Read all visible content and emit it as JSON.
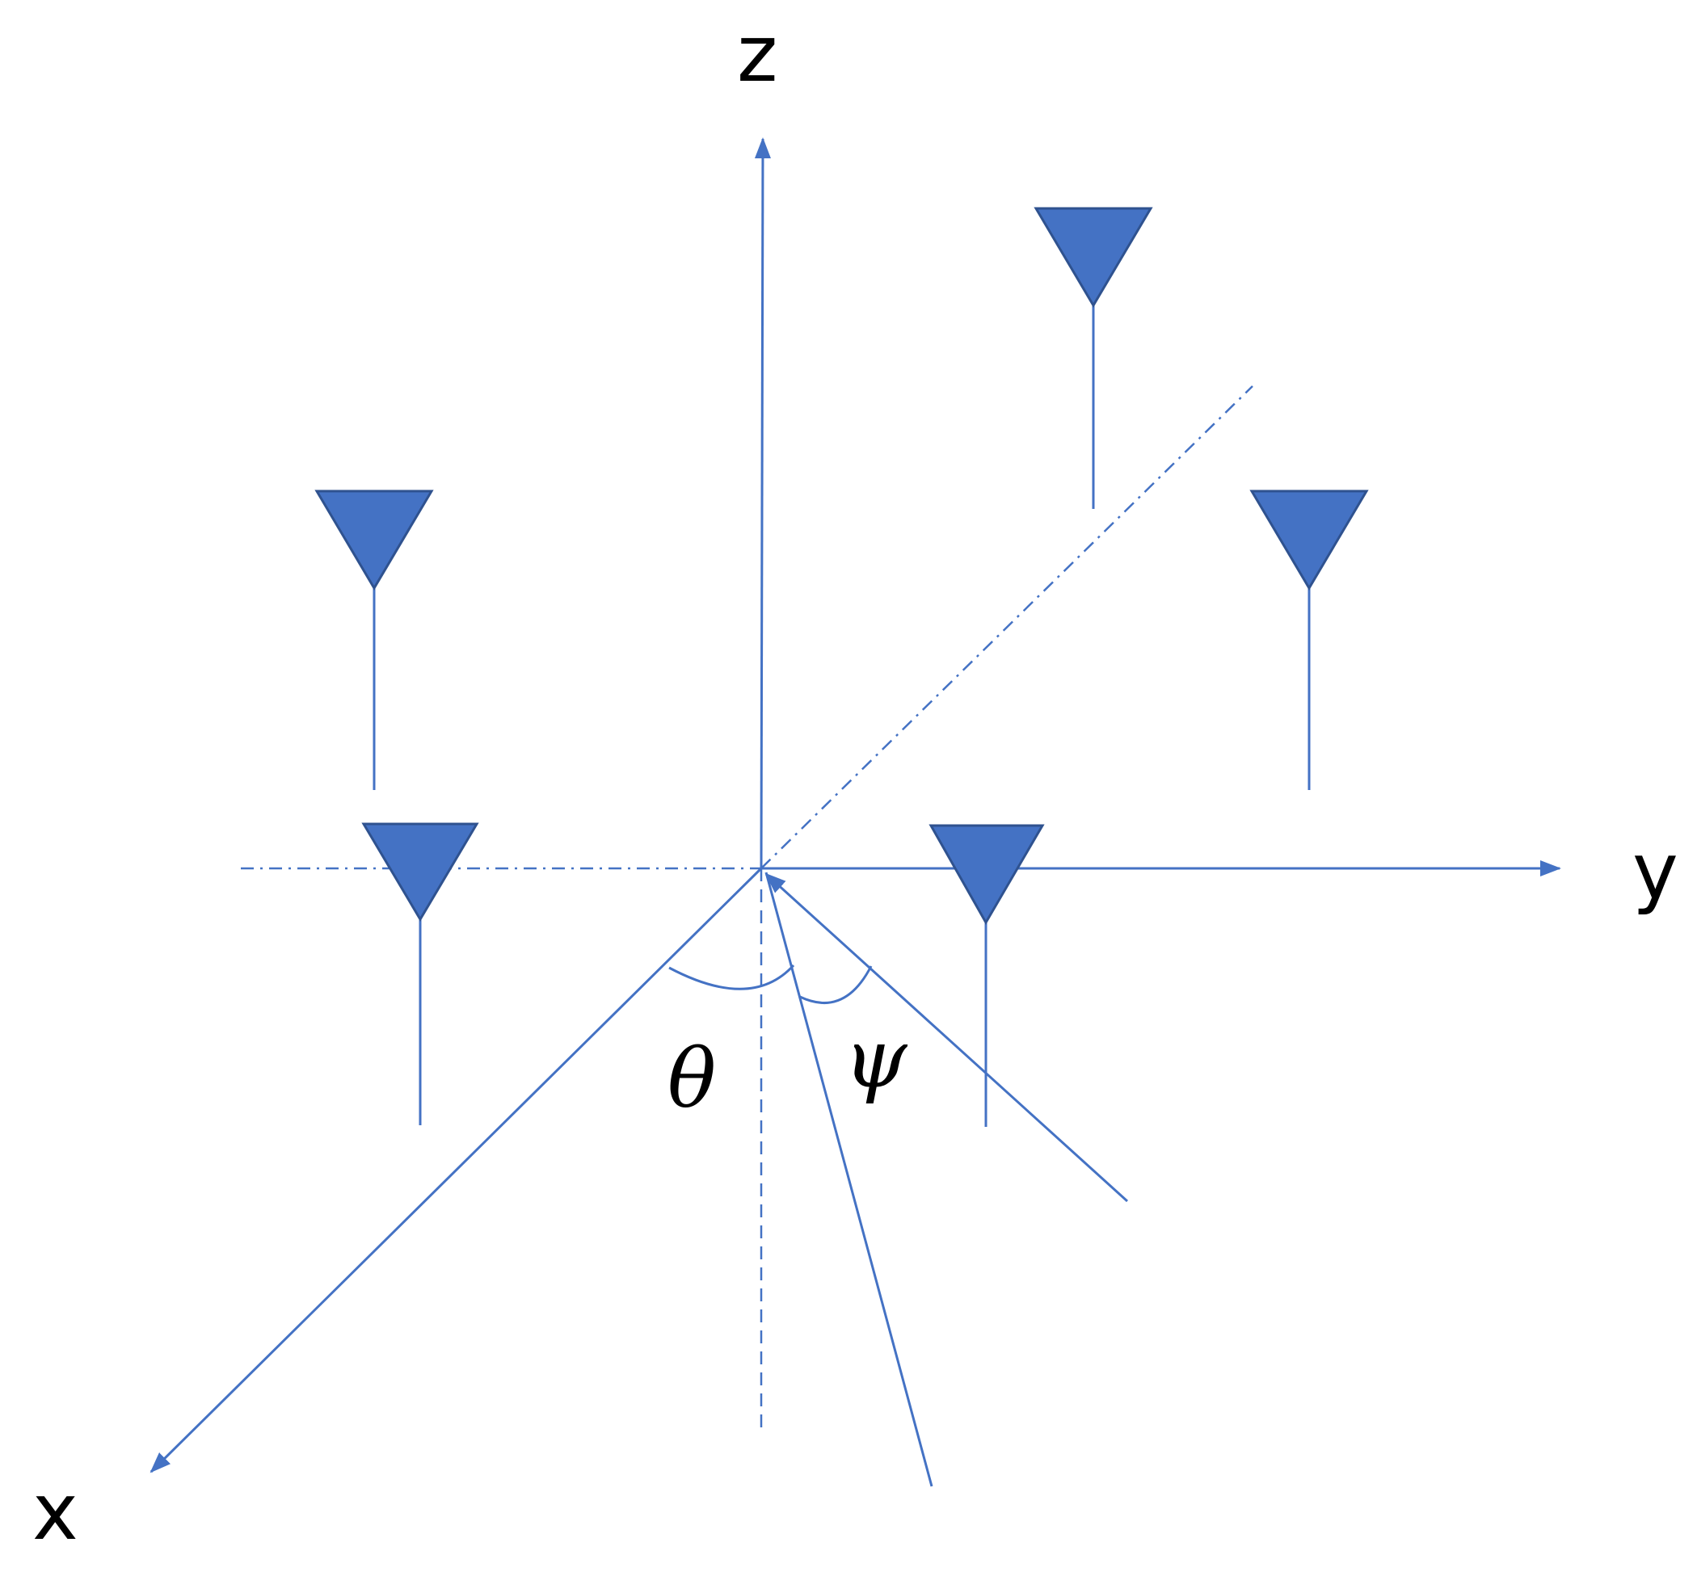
{
  "axes": {
    "x_label": "x",
    "y_label": "y",
    "z_label": "z"
  },
  "angles": {
    "theta_label": "θ",
    "psi_label": "ψ"
  },
  "antennas": {
    "count": 5
  },
  "colors": {
    "line": "#4472C4",
    "antenna_fill": "#4472C4",
    "antenna_stroke": "#2F528F",
    "arc": "#4472C4",
    "text": "#000000",
    "background": "#FFFFFF"
  }
}
